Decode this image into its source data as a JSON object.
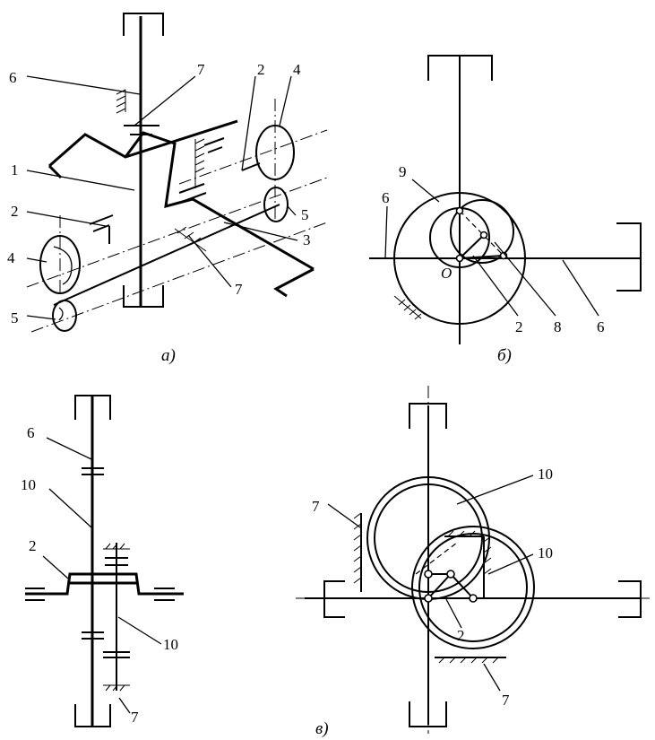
{
  "panel_a": {
    "caption": "а)",
    "labels": {
      "l1": "1",
      "l2a": "2",
      "l2b": "2",
      "l3": "3",
      "l4a": "4",
      "l4b": "4",
      "l5a": "5",
      "l5b": "5",
      "l6": "6",
      "l7a": "7",
      "l7b": "7"
    }
  },
  "panel_b": {
    "caption": "б)",
    "labels": {
      "l9": "9",
      "l6a": "6",
      "l6b": "6",
      "lO": "O",
      "l2": "2",
      "l8": "8"
    }
  },
  "panel_v": {
    "caption": "в)",
    "left_labels": {
      "l6": "6",
      "l10a": "10",
      "l2": "2",
      "l10b": "10",
      "l7": "7"
    },
    "right_labels": {
      "l10a": "10",
      "l7a": "7",
      "l10b": "10",
      "l2": "2",
      "l7b": "7"
    }
  }
}
